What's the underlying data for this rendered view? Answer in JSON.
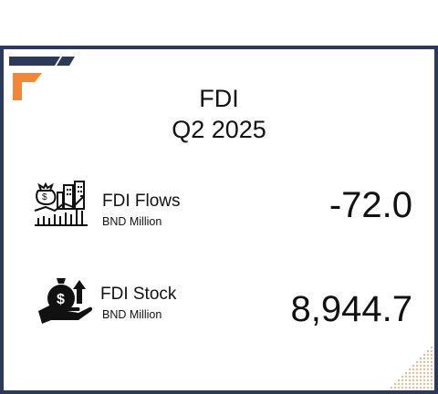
{
  "card": {
    "title": "FDI",
    "period": "Q2 2025"
  },
  "metrics": [
    {
      "label": "FDI Flows",
      "unit": "BND Million",
      "value": "-72.0",
      "icon": "investment-growth-icon"
    },
    {
      "label": "FDI Stock",
      "unit": "BND Million",
      "value": "8,944.7",
      "icon": "money-bag-hand-icon"
    }
  ],
  "colors": {
    "border": "#2d3959",
    "accent_orange": "#f0883a",
    "navy": "#2d3959"
  }
}
